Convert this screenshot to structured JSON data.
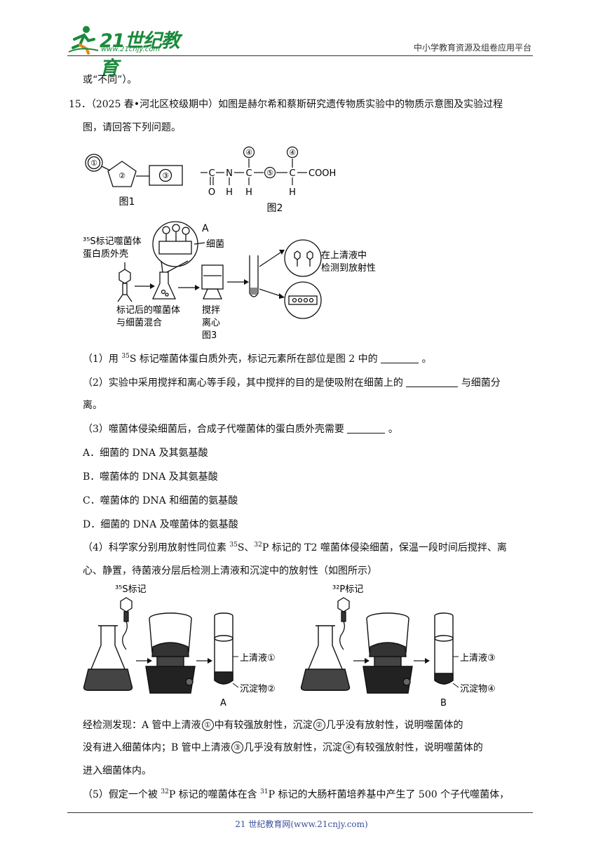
{
  "header": {
    "logo_text": "21世纪教育",
    "logo_sub": "www.21cnjy.com",
    "platform": "中小学教育资源及组卷应用平台"
  },
  "lines": {
    "l0": "或“不同”）。",
    "q15a": "15．（2025 春•河北区校级期中）如图是赫尔希和蔡斯研究遗传物质实验中的物质示意图及实验过程",
    "q15b": "图，请回答下列问题。",
    "s1a": "（1）用 ",
    "s1sup": "35",
    "s1b": "S 标记噬菌体蛋白质外壳，标记元素所在部位是图 2 中的",
    "s1c": "。",
    "s2a": "（2）实验中采用搅拌和离心等手段，其中搅拌的目的是使吸附在细菌上的",
    "s2b": "与细菌分",
    "s2c": "离。",
    "s3a": "（3）噬菌体侵染细菌后，合成子代噬菌体的蛋白质外壳需要",
    "s3b": "。",
    "optA": "A．细菌的 DNA 及其氨基酸",
    "optB": "B．噬菌体的 DNA 及其氨基酸",
    "optC": "C．噬菌体的 DNA 和细菌的氨基酸",
    "optD": "D．细菌的 DNA 及噬菌体的氨基酸",
    "s4a": "（4）科学家分别用放射性同位素 ",
    "s4sup1": "35",
    "s4b": "S、",
    "s4sup2": "32",
    "s4c": "P 标记的 T2 噬菌体侵染细菌，保温一段时间后搅拌、离",
    "s4d": "心、静置，待菌液分层后检测上清液和沉淀中的放射性（如图所示）",
    "f1a": "经检测发现：A 管中上清液",
    "f1b": "中有较强放射性，沉淀",
    "f1c": "几乎没有放射性，说明噬菌体的",
    "f2a": "没有进入细菌体内；B 管中上清液",
    "f2b": "几乎没有放射性，沉淀",
    "f2c": "有较强放射性，说明噬菌体的",
    "f3": "进入细菌体内。",
    "s5a": "（5）假定一个被 ",
    "s5sup1": "32",
    "s5b": "P 标记的噬菌体在含 ",
    "s5sup2": "31",
    "s5c": "P 标记的大肠杆菌培养基中产生了 500 个子代噬菌体，"
  },
  "circled": {
    "c1": "①",
    "c2": "②",
    "c3": "③",
    "c4": "④"
  },
  "fig1": {
    "n1": "①",
    "n2": "②",
    "n3": "③",
    "caption": "图1"
  },
  "fig2": {
    "n4a": "④",
    "n4b": "④",
    "n5": "⑤",
    "c1": "C",
    "n": "N",
    "c2": "C",
    "c3": "C",
    "cooh": "COOH",
    "o": "O",
    "h1": "H",
    "h2": "H",
    "h3": "H",
    "caption": "图2"
  },
  "fig3": {
    "label_a": "A",
    "label_s35_1": "³⁵S标记噬菌体",
    "label_s35_2": "蛋白质外壳",
    "label_bact": "细菌",
    "label_mix1": "标记后的噬菌体",
    "label_mix2": "与细菌混合",
    "label_stir1": "搅拌",
    "label_stir2": "离心",
    "caption": "图3",
    "label_sup1": "在上清液中",
    "label_sup2": "检测到放射性"
  },
  "fig4": {
    "label_s35": "³⁵S标记",
    "label_p32": "³²P标记",
    "sup1": "上清液①",
    "sed2": "沉淀物②",
    "sup3": "上清液③",
    "sed4": "沉淀物④",
    "tube_a": "A",
    "tube_b": "B"
  },
  "footer": "21 世纪教育网(www.21cnjy.com)"
}
